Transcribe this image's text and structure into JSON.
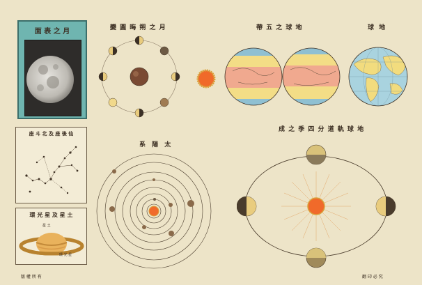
{
  "chart_poster": {
    "panels": {
      "moon_photo_title": "面 表 之 月",
      "moon_phases_title": "變 圓 晦 朔 之 月",
      "seasons_title": "帶 五 之 球 地",
      "earth_title": "球 地",
      "solar_system_title": "系 陽 太",
      "constellation_title": "座 斗 北 及 座 後 仙",
      "saturn_title": "環 光 星 及 星 土",
      "orbit_title": "成 之 季 四 分 道 軌 球 地"
    },
    "small_labels": {
      "saturn_label": "星 土",
      "saturn_ring_label": "環 光 星",
      "bottom_left_caption": "版 權 所 有",
      "bottom_right_caption": "翻 印 必 究"
    }
  },
  "colors": {
    "paper": "#ede4c8",
    "moon_frame": "#6fb5b0",
    "zone_hot": "#f0a98f",
    "zone_temperate": "#f3dd86",
    "zone_frigid": "#8fc0d2",
    "ocean": "#a9d3df",
    "land": "#f2dc7e",
    "sun": "#f06a2a"
  }
}
